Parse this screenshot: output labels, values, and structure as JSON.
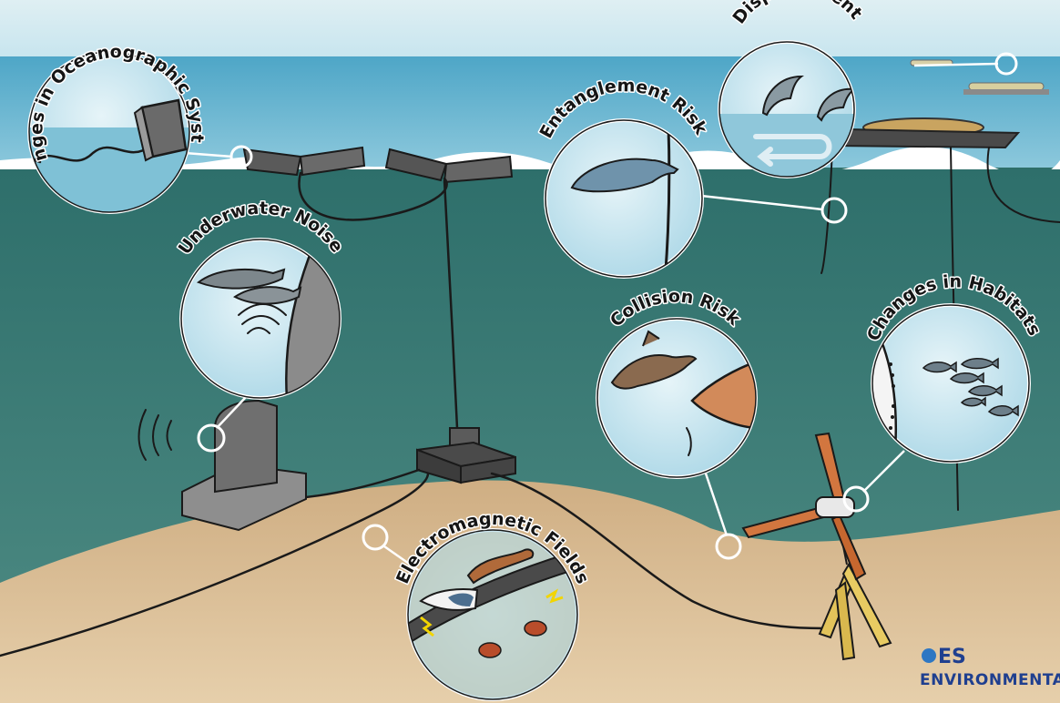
{
  "labels": {
    "oceanographic": "Changes in Oceanographic Systems",
    "displacement": "Displacement",
    "entanglement": "Entanglement Risk",
    "noise": "Underwater Noise",
    "collision": "Collision Risk",
    "habitats": "Changes in Habitats",
    "emf": "Electromagnetic Fields"
  },
  "logo": {
    "line1": "ES",
    "line2": "ENVIRONMENTAL"
  },
  "colors": {
    "sky": "#c9e6ef",
    "surface_water": "#6fb7cf",
    "deep_water": "#2f6f6a",
    "seabed": "#d8b98f",
    "lens_water": "#bfe3ef",
    "turbine_blade": "#d2763f",
    "logo_blue": "#1f3f8f"
  },
  "icons": [
    "wave-device-icon",
    "dolphin-icon",
    "whale-icon",
    "porpoise-icon",
    "sea-lion-icon",
    "fish-icon",
    "eel-icon",
    "crab-icon",
    "tidal-turbine-icon",
    "substation-icon",
    "vessel-icon"
  ]
}
